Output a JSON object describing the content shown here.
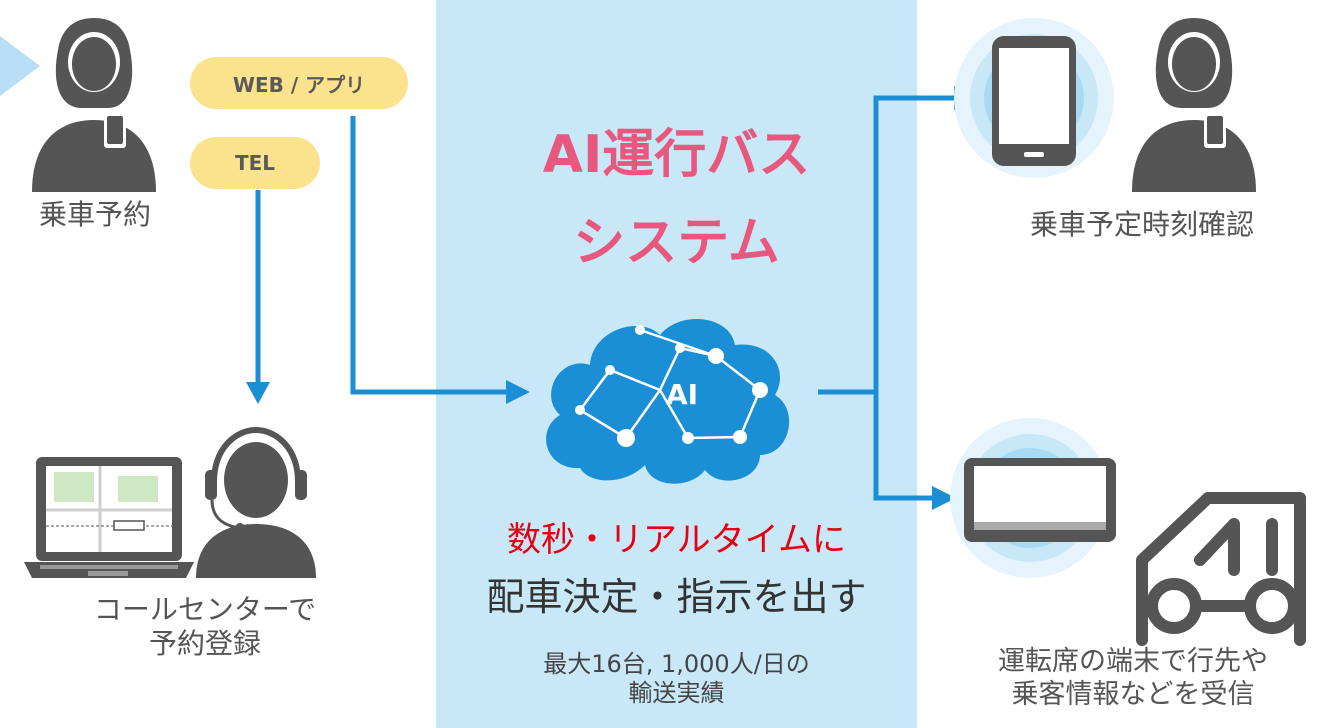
{
  "colors": {
    "panel": "#c8e8f8",
    "arrow": "#1a8fd6",
    "pill": "#fbe38e",
    "title": "#e8577e",
    "red": "#e60012",
    "gray": "#595959"
  },
  "pills": {
    "web": "WEB / アプリ",
    "tel": "TEL"
  },
  "labels": {
    "reserve": "乗車予約",
    "callcenter": [
      "コールセンターで",
      "予約登録"
    ],
    "confirm": "乗車予定時刻確認",
    "driver": [
      "運転席の端末で行先や",
      "乗客情報などを受信"
    ]
  },
  "center": {
    "title_line1": "AI運行バス",
    "title_line2": "システム",
    "ai_text": "AI",
    "red_text": "数秒・リアルタイムに",
    "main_text": "配車決定・指示を出す",
    "stats_line1": "最大16台, 1,000人/日の",
    "stats_line2": "輸送実績"
  },
  "icons": [
    "person-phone-icon",
    "laptop-map-icon",
    "headset-operator-icon",
    "ai-brain-cloud-icon",
    "smartphone-icon",
    "tablet-icon",
    "bus-icon"
  ]
}
